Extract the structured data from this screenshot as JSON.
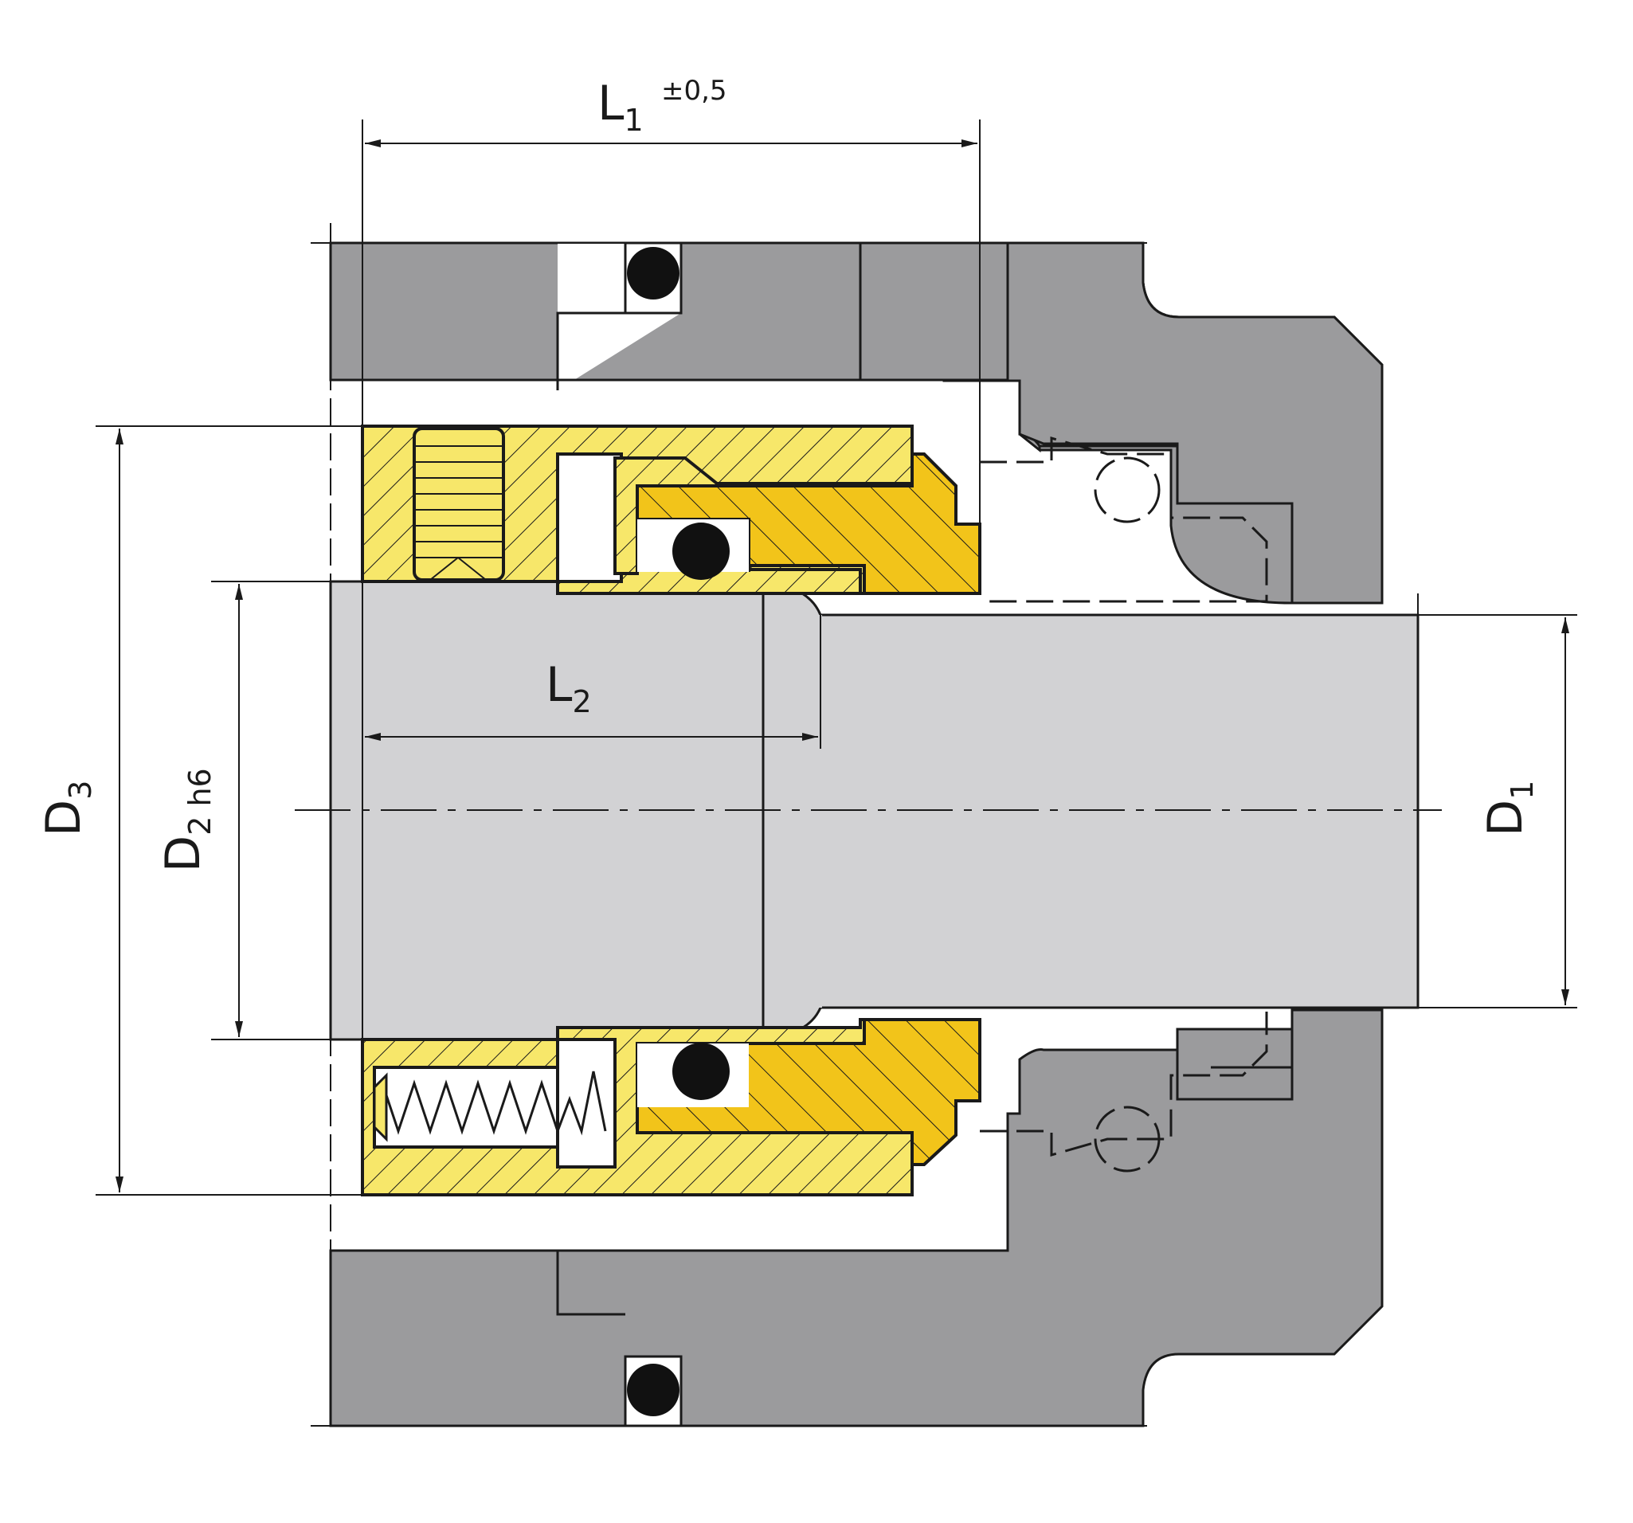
{
  "dimensions": {
    "L1": {
      "main": "L",
      "sub": "1",
      "tolerance": "±0,5"
    },
    "L2": {
      "main": "L",
      "sub": "2"
    },
    "D1": {
      "main": "D",
      "sub": "1"
    },
    "D2": {
      "main": "D",
      "sub": "2 h6"
    },
    "D3": {
      "main": "D",
      "sub": "3"
    }
  },
  "colors": {
    "housing": "#9b9b9d",
    "shaft": "#d2d2d4",
    "seal_yellow_light": "#f7e76a",
    "seal_yellow_dark": "#f2c41a",
    "o_ring": "#111111",
    "line": "#1a1a1a"
  }
}
